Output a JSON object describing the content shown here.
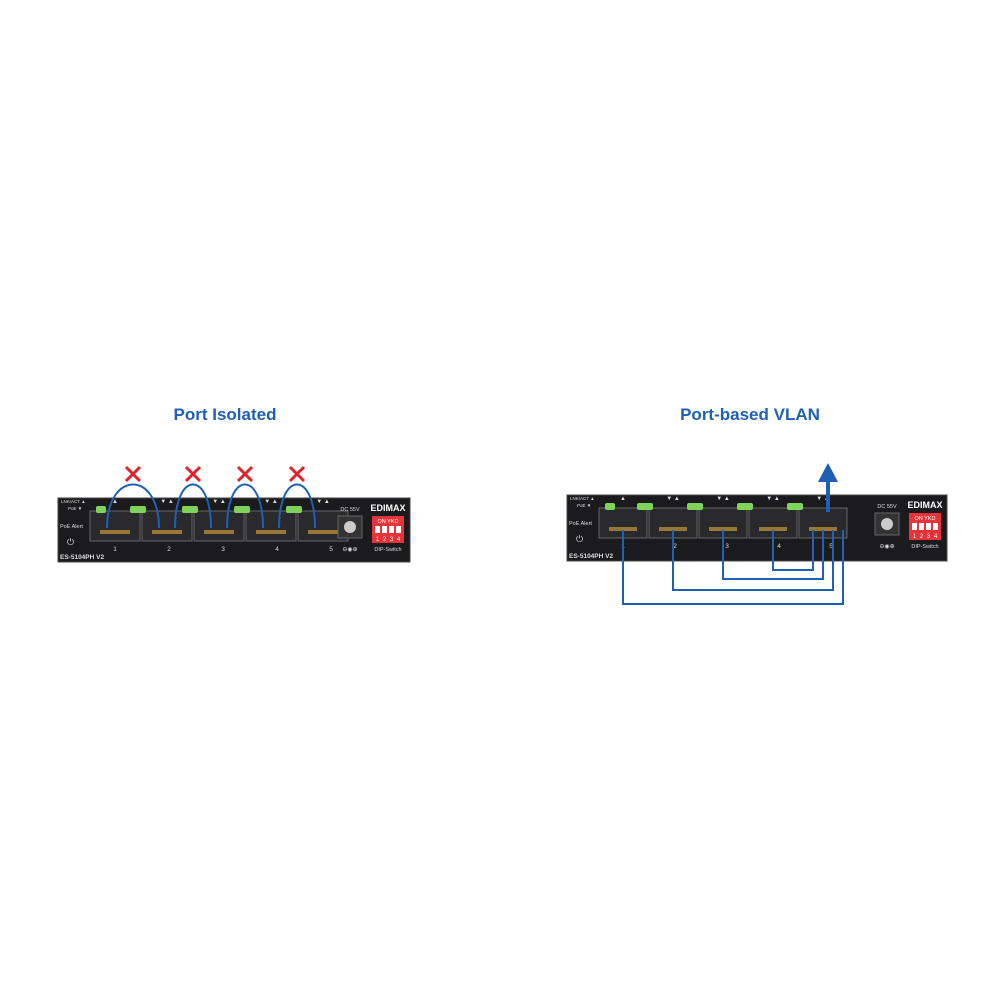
{
  "colors": {
    "title": "#1f5fb4",
    "link": "#1f5fb4",
    "cross": "#e0222a",
    "chassis": "#1b1b1d",
    "led": "#7fd35a",
    "dip": "#e8333a"
  },
  "panels": [
    {
      "title": "Port Isolated",
      "model": "ES-5104PH V2",
      "port_labels": [
        "1",
        "2",
        "3",
        "4",
        "5"
      ],
      "led_labels": [
        "LNK/ACT",
        "PoE"
      ],
      "poe_alert": "PoE Alert",
      "power_label": "DC 55V",
      "brand": "EDIMAX",
      "dip_on": "ON",
      "dip_ykd": "YKD",
      "dip_numbers": [
        "1",
        "2",
        "3",
        "4"
      ],
      "dip_label": "DIP-Switch",
      "icons": [
        "power-icon",
        "cross-icon"
      ]
    },
    {
      "title": "Port-based VLAN",
      "model": "ES-5104PH V2",
      "port_labels": [
        "1",
        "2",
        "3",
        "4",
        "5"
      ],
      "led_labels": [
        "LNK/ACT",
        "PoE"
      ],
      "poe_alert": "PoE Alert",
      "power_label": "DC 55V",
      "brand": "EDIMAX",
      "dip_on": "ON",
      "dip_ykd": "YKD",
      "dip_numbers": [
        "1",
        "2",
        "3",
        "4"
      ],
      "dip_label": "DIP-Switch",
      "icons": [
        "power-icon",
        "uplink-arrow-icon"
      ]
    }
  ]
}
